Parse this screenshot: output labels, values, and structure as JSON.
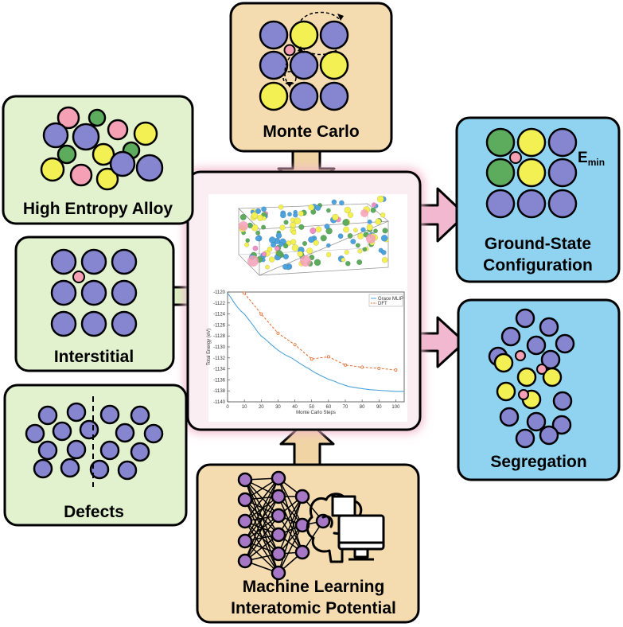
{
  "labels": {
    "monte_carlo": "Monte Carlo",
    "high_entropy_alloy": "High Entropy Alloy",
    "interstitial": "Interstitial",
    "defects": "Defects",
    "ml_line1": "Machine Learning",
    "ml_line2": "Interatomic Potential",
    "ground_state_line1": "Ground-State",
    "ground_state_line2": "Configuration",
    "segregation": "Segregation",
    "e_min_main": "E",
    "e_min_sub": "min"
  },
  "colors": {
    "green_panel": "#e2f2cf",
    "tan_panel": "#f5dcb0",
    "blue_panel": "#8fd3f1",
    "center_panel": "#fbeef3",
    "center_glow": "#f2b8cc",
    "arrow_green": "#d9f0bf",
    "arrow_tan": "#f0d4a4",
    "arrow_pink": "#f2b8d0",
    "atom_blue": "#8585d0",
    "atom_yellow": "#f2f053",
    "atom_pink": "#f5a0b5",
    "atom_green": "#5dab5d",
    "atom_pink_magenta": "#ef8fc8",
    "line_mlip": "#4da3dd",
    "line_dft": "#e26a2c"
  },
  "icons": [
    "neural-network-icon",
    "brain-icon",
    "computer-monitor-icon",
    "atom-box-3d-icon"
  ],
  "chart_data": {
    "type": "line",
    "xlabel": "Monte Carlo Steps",
    "ylabel": "Total Energy (eV)",
    "xlim": [
      0,
      105
    ],
    "ylim": [
      -1140,
      -1120
    ],
    "x_ticks": [
      "0",
      "10",
      "20",
      "30",
      "40",
      "50",
      "60",
      "70",
      "80",
      "90",
      "100"
    ],
    "y_ticks": [
      "-1120",
      "-1122",
      "-1124",
      "-1126",
      "-1128",
      "-1130",
      "-1132",
      "-1134",
      "-1136",
      "-1138",
      "-1140"
    ],
    "legend_position": "top-right",
    "series": [
      {
        "name": "Grace MLIP",
        "x": [
          0,
          2,
          4,
          6,
          8,
          10,
          12,
          14,
          16,
          18,
          20,
          22,
          24,
          26,
          28,
          30,
          32,
          34,
          36,
          38,
          40,
          42,
          44,
          46,
          48,
          50,
          52,
          54,
          56,
          58,
          60,
          62,
          64,
          66,
          68,
          70,
          72,
          74,
          76,
          78,
          80,
          85,
          90,
          95,
          100,
          105
        ],
        "y": [
          -1120.2,
          -1121.0,
          -1122.0,
          -1122.8,
          -1123.5,
          -1124.0,
          -1124.8,
          -1125.6,
          -1126.4,
          -1127.3,
          -1128.0,
          -1128.5,
          -1129.0,
          -1129.6,
          -1130.1,
          -1130.6,
          -1131.0,
          -1131.4,
          -1131.7,
          -1132.0,
          -1132.4,
          -1132.8,
          -1133.2,
          -1133.6,
          -1133.9,
          -1134.3,
          -1134.7,
          -1135.0,
          -1135.3,
          -1135.6,
          -1135.9,
          -1136.1,
          -1136.3,
          -1136.6,
          -1136.8,
          -1137.0,
          -1137.2,
          -1137.3,
          -1137.4,
          -1137.5,
          -1137.6,
          -1137.8,
          -1137.9,
          -1138.0,
          -1138.1,
          -1138.1
        ]
      },
      {
        "name": "DFT",
        "x": [
          10,
          20,
          30,
          40,
          50,
          60,
          70,
          80,
          90,
          100
        ],
        "y": [
          -1120.2,
          -1124.0,
          -1127.5,
          -1129.6,
          -1132.2,
          -1131.8,
          -1133.3,
          -1133.7,
          -1133.9,
          -1134.2
        ]
      }
    ]
  }
}
